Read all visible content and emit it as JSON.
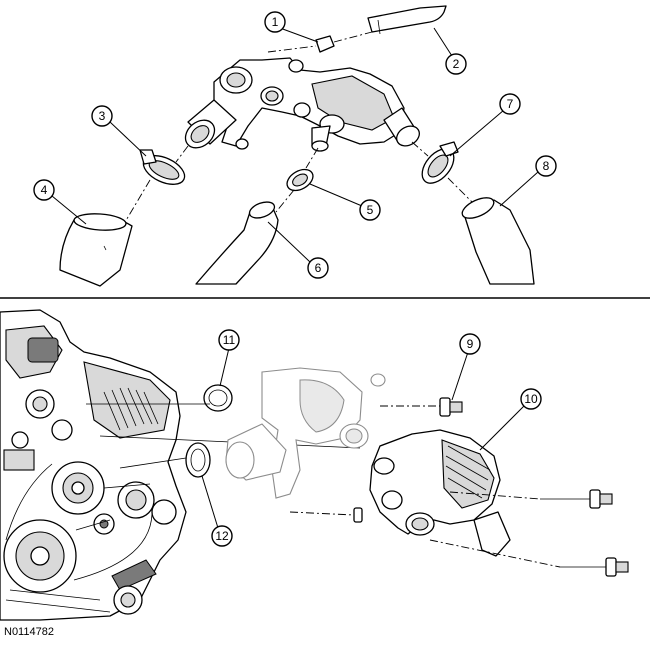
{
  "figure_id": "N0114782",
  "callouts": [
    "1",
    "2",
    "3",
    "4",
    "5",
    "6",
    "7",
    "8",
    "9",
    "10",
    "11",
    "12"
  ]
}
